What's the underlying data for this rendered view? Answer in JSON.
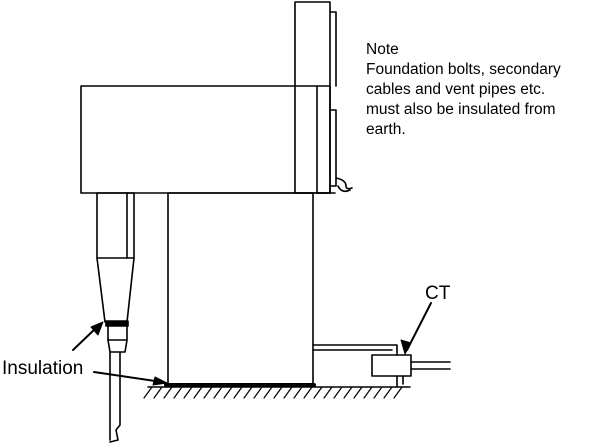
{
  "note": {
    "heading": "Note",
    "lines": [
      "Foundation bolts, secondary",
      "cables and vent pipes etc.",
      "must also be insulated from",
      "earth."
    ]
  },
  "labels": {
    "ct": "CT",
    "insulation": "Insulation"
  },
  "colors": {
    "line": "#000000",
    "background": "#ffffff"
  }
}
